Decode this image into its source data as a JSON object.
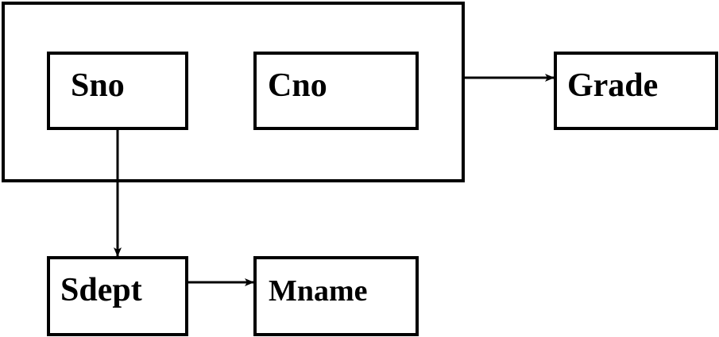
{
  "diagram": {
    "nodes": {
      "sno": {
        "label": "Sno"
      },
      "cno": {
        "label": "Cno"
      },
      "grade": {
        "label": "Grade"
      },
      "sdept": {
        "label": "Sdept"
      },
      "mname": {
        "label": "Mname"
      }
    },
    "edges": [
      {
        "from": "sno+cno",
        "to": "grade"
      },
      {
        "from": "sno",
        "to": "sdept"
      },
      {
        "from": "sdept",
        "to": "mname"
      }
    ],
    "colors": {
      "stroke": "#000000",
      "background": "#ffffff"
    }
  }
}
